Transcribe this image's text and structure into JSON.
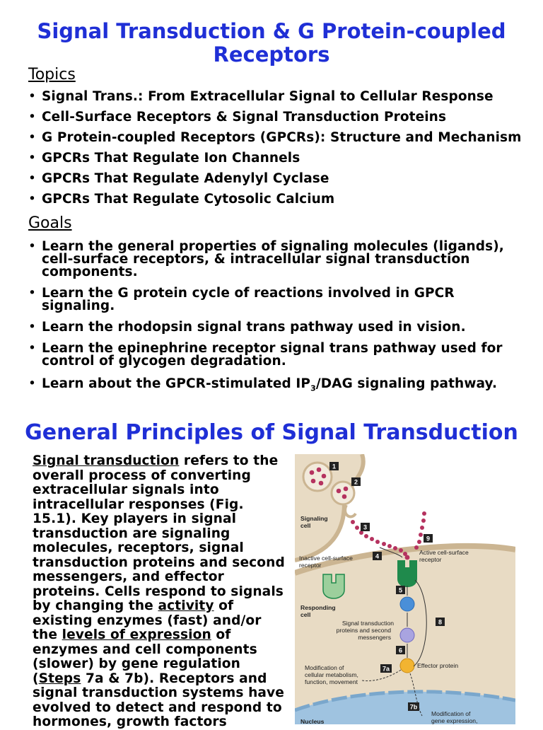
{
  "title": "Signal Transduction & G Protein-coupled Receptors",
  "topics": {
    "label": "Topics",
    "items": [
      "Signal Trans.: From Extracellular Signal to Cellular Response",
      "Cell-Surface Receptors & Signal Transduction Proteins",
      "G Protein-coupled Receptors (GPCRs): Structure and Mechanism",
      "GPCRs That Regulate Ion Channels",
      "GPCRs That Regulate Adenylyl Cyclase",
      "GPCRs That Regulate Cytosolic Calcium"
    ]
  },
  "goals": {
    "label": "Goals",
    "items": [
      "Learn the general properties of signaling molecules (ligands), cell-surface receptors, & intracellular signal transduction components.",
      "Learn the G protein cycle of reactions involved in GPCR signaling.",
      "Learn the rhodopsin signal trans pathway used in vision.",
      "Learn the epinephrine receptor signal trans pathway used for control of glycogen degradation."
    ],
    "last_item": {
      "before": "Learn about the GPCR-stimulated IP",
      "sub": "3",
      "after": "/DAG signaling pathway."
    }
  },
  "section2": {
    "title": "General Principles of Signal Transduction",
    "p1": "Signal transduction",
    "p2": " refers to the overall process of converting extracellular signals into intracellular responses (Fig. 15.1). Key players in signal transduction are signaling molecules, receptors, signal transduction proteins and second messengers, and effector proteins. Cells respond to signals by changing the ",
    "p3": "activity",
    "p4": " of existing enzymes (fast) and/or the ",
    "p5": "levels of expression",
    "p6": " of enzymes and cell components (slower) by gene regulation (",
    "p7": "Steps",
    "p8": " 7a & 7b). Receptors and signal transduction systems have evolved to detect and respond to hormones, growth factors"
  },
  "figure": {
    "signaling_cell": [
      "Signaling",
      "cell"
    ],
    "inactive_receptor": [
      "Inactive cell-surface",
      "receptor"
    ],
    "active_receptor": [
      "Active cell-surface",
      "receptor"
    ],
    "responding_cell": [
      "Responding",
      "cell"
    ],
    "transduction": [
      "Signal transduction",
      "proteins and second",
      "messengers"
    ],
    "effector": "Effector protein",
    "modification": [
      "Modification of",
      "cellular metabolism,",
      "function, movement"
    ],
    "gene_mod": [
      "Modification of",
      "gene expression,"
    ],
    "nucleus": "Nucleus",
    "steps": [
      "1",
      "2",
      "3",
      "4",
      "5",
      "6",
      "7a",
      "7b",
      "8",
      "9"
    ],
    "colors": {
      "cell": "#e8dbc4",
      "membrane": "#cbb592",
      "vesicle": "#f2eadc",
      "ligand": "#b5325f",
      "receptor": "#1f8a4c",
      "blue_protein": "#4a8fd8",
      "effector": "#f2b431",
      "nucleus": "#9fc3e0"
    }
  }
}
